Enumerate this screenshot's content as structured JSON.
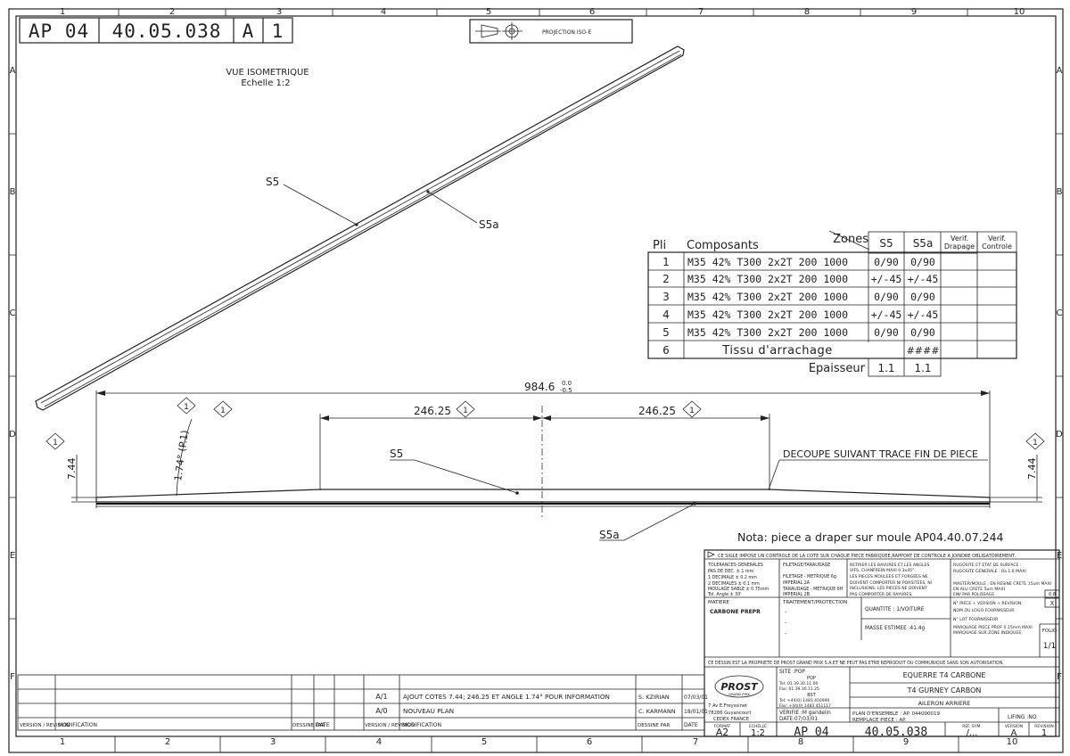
{
  "header": {
    "code_prefix": "AP 04",
    "drawing_number": "40.05.038",
    "revision": "A",
    "sheet": "1",
    "projection": "PROJECTION ISO-E"
  },
  "grid": {
    "columns": [
      "1",
      "2",
      "3",
      "4",
      "5",
      "6",
      "7",
      "8",
      "9",
      "10"
    ],
    "rows": [
      "A",
      "B",
      "C",
      "D",
      "E",
      "F"
    ]
  },
  "iso_view": {
    "title": "VUE ISOMETRIQUE",
    "scale": "Echelle 1:2",
    "label_s5": "S5",
    "label_s5a": "S5a"
  },
  "ply_table": {
    "col_pli": "Pli",
    "col_components": "Composants",
    "col_zones": "Zones",
    "col_s5": "S5",
    "col_s5a": "S5a",
    "col_verif_drapage": [
      "Verif.",
      "Drapage"
    ],
    "col_verif_controle": [
      "Verif.",
      "Controle"
    ],
    "rows": [
      {
        "pli": "1",
        "comp": "M35 42% T300 2x2T 200 1000",
        "s5": "0/90",
        "s5a": "0/90"
      },
      {
        "pli": "2",
        "comp": "M35 42% T300 2x2T 200 1000",
        "s5": "+/-45",
        "s5a": "+/-45"
      },
      {
        "pli": "3",
        "comp": "M35 42% T300 2x2T 200 1000",
        "s5": "0/90",
        "s5a": "0/90"
      },
      {
        "pli": "4",
        "comp": "M35 42% T300 2x2T 200 1000",
        "s5": "+/-45",
        "s5a": "+/-45"
      },
      {
        "pli": "5",
        "comp": "M35 42% T300 2x2T 200 1000",
        "s5": "0/90",
        "s5a": "0/90"
      }
    ],
    "peel_row": {
      "pli": "6",
      "comp": "Tissu d'arrachage",
      "s5a": "####"
    },
    "thickness_label": "Epaisseur",
    "thickness_s5": "1.1",
    "thickness_s5a": "1.1"
  },
  "dimensions": {
    "overall": "984.6",
    "overall_tol_upper": "0.0",
    "overall_tol_lower": "-0.5",
    "left_half": "246.25",
    "right_half": "246.25",
    "angle": "1.74° (P.1)",
    "height_left": "7.44",
    "height_right": "7.44",
    "callout_number": "1",
    "label_s5": "S5",
    "label_s5a": "S5a",
    "cut_note": "DECOUPE SUIVANT TRACE FIN DE PIECE"
  },
  "note": "Nota: piece a draper sur moule AP04.40.07.244",
  "title_block": {
    "header_note": "CE SIGLE IMPOSE UN CONTROLE DE LA COTE SUR CHAQUE PIECE FABRIQUEE,RAPPORT DE CONTROLE A JOINDRE OBLIGATOIREMENT.",
    "tolerances": [
      "TOLERANCES GENERALES",
      "PAS DE DEC.    ± 1  mm",
      "1 DECIMALE     ± 0.2 mm",
      "2 DECIMALES    ± 0.1 mm",
      "MOULAGE SABLE  ± 0.75mm",
      "Tol. Angle     ± 30'"
    ],
    "threads": [
      "FILETAGE/TARAUDAGE",
      "FILETAGE - METRIQUE 6g",
      "         IMPERIAL 2A",
      "TARAUDAGE - METRIQUE 6H",
      "          IMPERIAL 2B"
    ],
    "edges": [
      "RETIRER LES BAVURES ET LES ANGLES",
      "VIFS, CHANFREIN MAXI 0.3x45°.",
      "LES PIECES MOULEES ET FORGEES NE",
      "DOIVENT COMPORTER NI PORSITEES, NI",
      "INCLUSIONS. LES PIECES NE DOIVENT",
      "PAS COMPORTER DE RAYURES."
    ],
    "surface": [
      "RUGOSITE ET ETAT DE SURFACE :",
      "RUGOSITE GENERALE : Ra 1.6 MAXI",
      "",
      "MASTER/MOULE : EN RESINE CRETE 15um MAXI",
      "               EN ALU CRETE 5um MAXI",
      "               FINI PAR POLISSAGE"
    ],
    "surface_ref": "0.8",
    "material_label": "MATIERE",
    "material_value": "CARBONE PREPR",
    "treatment_label": "TRAITEMENT/PROTECTION",
    "treatment_values": [
      "-",
      "-",
      "-"
    ],
    "quantity": "QUANTITE :  1/VOITURE",
    "mass": "MASSE ESTIMEE :41.4g",
    "marking": [
      "N° PIECE + VERSION + REVISION",
      "NOM OU LOGO FOURNISSEUR",
      "N° LOT FOURNISSEUR",
      "MARQUAGE PIECE PROF 0.15mm MAXI",
      "MARQUAGE SUR ZONE INDIQUEE"
    ],
    "marking_x": "X",
    "folio_label": "FOLIO",
    "folio_value": "1/1",
    "ownership": "CE DESSIN EST LA PROPRIETE DE PROST GRAND PRIX S.A.ET NE PEUT PAS ETRE REPRODUIT OU COMMUNIQUE SANS SON AUTORISATION.",
    "logo_text": "PROST",
    "logo_sub": "GRAND PRIX",
    "site_label": "SITE :POP",
    "site_pop": "POP",
    "site_pop_tel": "Tel: 01.39.30.11.00",
    "site_pop_fax": "Fax: 01.39.30.11.25",
    "site_bst": "BST",
    "site_bst_tel": "Tel: +44(0) 1483 450990",
    "site_bst_fax": "Fax: +44(0) 1483 451117",
    "address": [
      "7 Av E.Freyssinet",
      "78286 Guyancourt",
      "CEDEX FRANCE"
    ],
    "verifie": "VERIFIE :M gandelin",
    "date": "DATE:07/03/01",
    "part_name_1": "EQUERRE T4 CARBONE",
    "part_name_2": "T4 GURNEY CARBON",
    "part_name_3": "AILERON ARRIERE",
    "assembly": "PLAN D'ENSEMBLE : AP. 044000019",
    "replaces": "REMPLACE PIECE : AP.",
    "lifting": "LIFING :NO",
    "format_label": "FORMAT",
    "format_value": "A2",
    "scale_label": "ECHELLE",
    "scale_value": "1:2",
    "drawing_prefix": "AP  04",
    "drawing_number": "40.05.038",
    "ref_sym_label": "REF. SYM.",
    "ref_sym_value": "/...",
    "version_label": "VERSION",
    "version_value": "A",
    "revision_label": "REVISION",
    "revision_value": "1"
  },
  "revision_block": {
    "rows": [
      {
        "rev": "A/1",
        "desc": "AJOUT COTES 7.44; 246.25 ET ANGLE 1.74° POUR INFORMATION",
        "by": "S. KZIRIAN",
        "date": "07/03/01"
      },
      {
        "rev": "A/0",
        "desc": "NOUVEAU PLAN",
        "by": "C. KARMANN",
        "date": "18/01/01"
      }
    ],
    "left_header_rev": "VERSION / REVISION",
    "left_header_mod": "MODIFICATION",
    "left_header_by": "DESSINE PAR",
    "left_header_date": "DATE",
    "right_header_rev": "VERSION / REVISION",
    "right_header_mod": "MODIFICATION",
    "right_header_by": "DESSINE PAR",
    "right_header_date": "DATE"
  }
}
